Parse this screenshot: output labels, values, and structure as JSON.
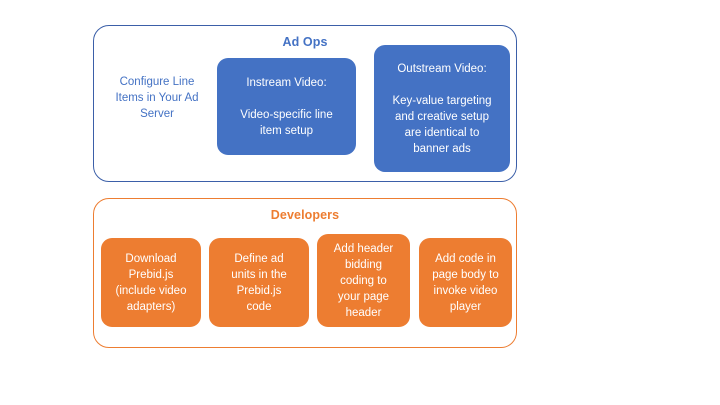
{
  "diagram": {
    "background_color": "#FFFFFF",
    "accent_blue": "#4472C4",
    "accent_orange": "#ED7D31",
    "groups": [
      {
        "id": "ad-ops",
        "title": "Ad Ops",
        "title_color": "#4472C4",
        "border_color": "#3B5FA8",
        "plain_text": "Configure Line\nItems in Your Ad\nServer",
        "boxes": [
          {
            "id": "instream-video",
            "text": "Instream Video:\n\nVideo-specific line\nitem setup",
            "fill": "#4472C4"
          },
          {
            "id": "outstream-video",
            "text": "Outstream Video:\n\nKey-value targeting\nand creative setup\nare identical to\nbanner ads",
            "fill": "#4472C4"
          }
        ]
      },
      {
        "id": "developers",
        "title": "Developers",
        "title_color": "#ED7D31",
        "border_color": "#ED7D31",
        "boxes": [
          {
            "id": "download-prebid",
            "text": "Download\nPrebid.js\n(include video\nadapters)",
            "fill": "#ED7D31"
          },
          {
            "id": "define-ad-units",
            "text": "Define ad\nunits in the\nPrebid.js\ncode",
            "fill": "#ED7D31"
          },
          {
            "id": "add-header-bidding",
            "text": "Add header\nbidding\ncoding to\nyour page\nheader",
            "fill": "#ED7D31"
          },
          {
            "id": "add-page-body-code",
            "text": "Add code in\npage body to\ninvoke video\nplayer",
            "fill": "#ED7D31"
          }
        ]
      }
    ]
  }
}
